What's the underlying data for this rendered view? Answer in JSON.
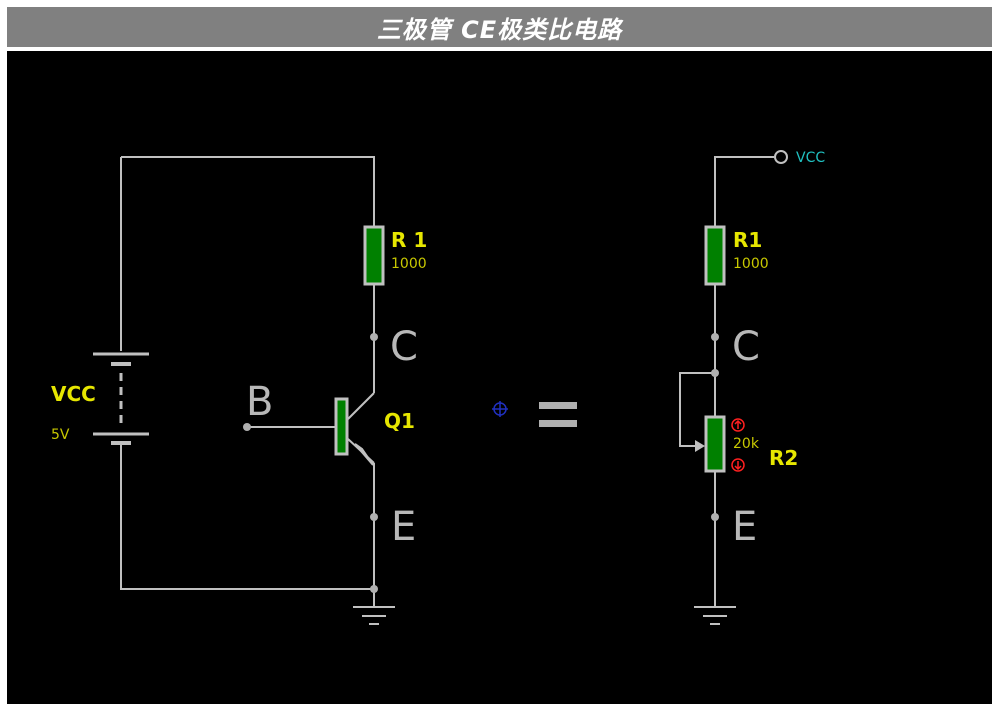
{
  "title": "三极管 CE极类比电路",
  "left_circuit": {
    "battery_label": "VCC",
    "battery_value": "5V",
    "resistor_label": "R 1",
    "resistor_value": "1000",
    "node_c": "C",
    "node_b": "B",
    "node_e": "E",
    "transistor_label": "Q1"
  },
  "equals_sign": "=",
  "right_circuit": {
    "vcc_label": "VCC",
    "resistor_label": "R1",
    "resistor_value": "1000",
    "node_c": "C",
    "node_e": "E",
    "pot_value": "20k",
    "pot_label": "R2"
  },
  "colors": {
    "wire": "#c0c0c0",
    "component_fill": "#008000",
    "label_yellow": "#e6e600",
    "value_yellow": "#c8c800",
    "node_gray": "#b0b0b0",
    "vcc_cyan": "#20c0c0",
    "arrow_red": "#ff2020"
  }
}
